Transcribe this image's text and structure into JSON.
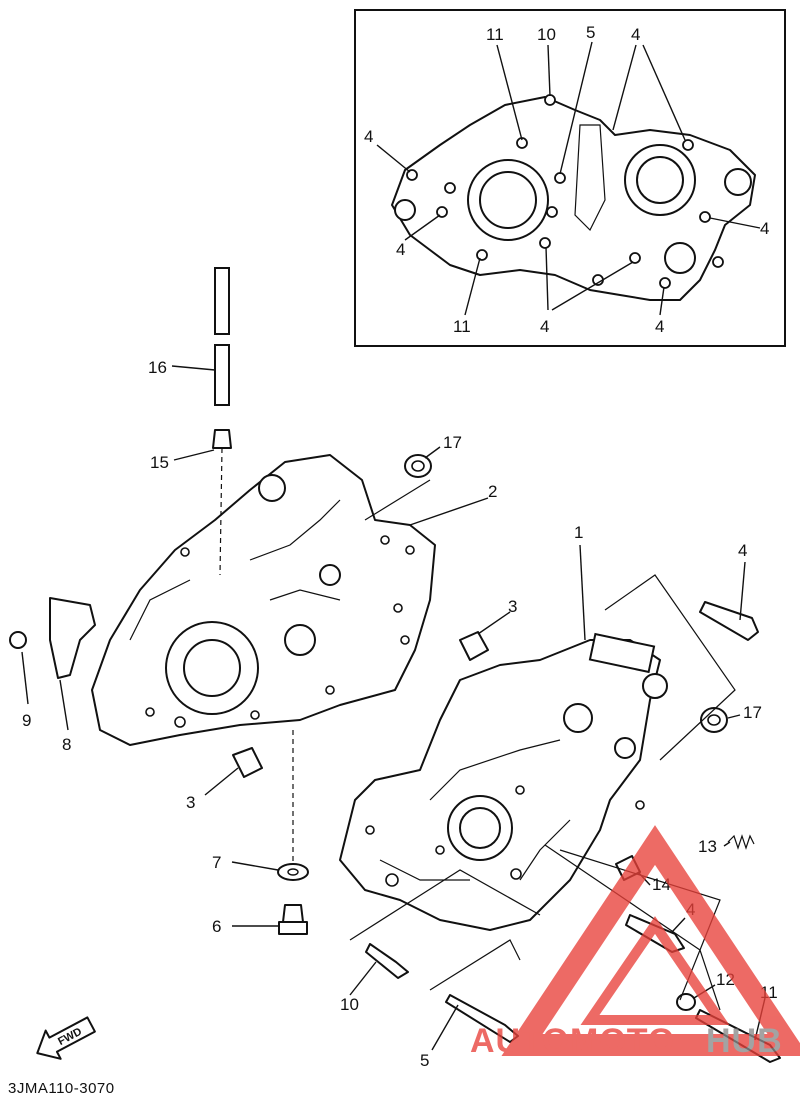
{
  "diagram": {
    "ref_code": "3JMA110-3070",
    "fwd_label": "FWD",
    "callouts": {
      "inset_11a": "11",
      "inset_10": "10",
      "inset_5": "5",
      "inset_4_top": "4",
      "inset_4_left": "4",
      "inset_4_right": "4",
      "inset_4_lower_left": "4",
      "inset_11_bottom": "11",
      "inset_4_bottom_mid": "4",
      "inset_4_bottom_right": "4",
      "c16": "16",
      "c15": "15",
      "c17_top": "17",
      "c2": "2",
      "c3_upper": "3",
      "c1": "1",
      "c4_bolt": "4",
      "c17_right": "17",
      "c9": "9",
      "c8": "8",
      "c3_lower": "3",
      "c13": "13",
      "c7": "7",
      "c14": "14",
      "c4_lower": "4",
      "c6": "6",
      "c12": "12",
      "c10": "10",
      "c11": "11",
      "c5": "5"
    },
    "watermark": {
      "part1": "AUTO",
      "part2": "MOTO",
      "part3": "HUB"
    },
    "colors": {
      "ink": "#111111",
      "watermark_red": "#e8413a",
      "watermark_gray": "#8a8a8a"
    }
  }
}
